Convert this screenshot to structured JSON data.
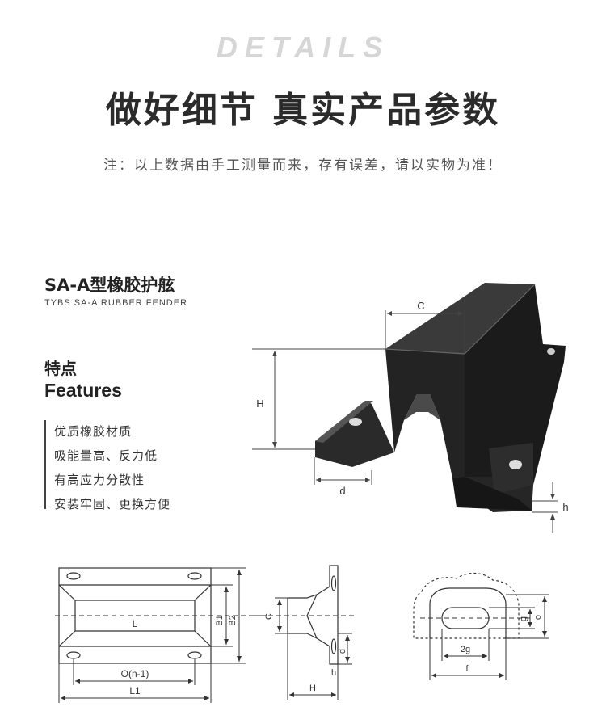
{
  "header": {
    "eyebrow": "DETAILS",
    "headline": "做好细节  真实产品参数",
    "note": "注：以上数据由手工测量而来，存有误差，请以实物为准！"
  },
  "product": {
    "title": "SA-A型橡胶护舷",
    "subtitle": "TYBS SA-A RUBBER FENDER"
  },
  "features": {
    "heading_cn": "特点",
    "heading_en": "Features",
    "items": [
      "优质橡胶材质",
      "吸能量高、反力低",
      "有高应力分散性",
      "安装牢固、更换方便"
    ]
  },
  "photo_labels": {
    "C": "C",
    "H": "H",
    "d": "d",
    "h": "h"
  },
  "plan_labels": {
    "L": "L",
    "B1": "B1",
    "B2": "B2",
    "On1": "O(n-1)",
    "L1": "L1"
  },
  "side_labels": {
    "C": "C",
    "d": "d",
    "h": "h",
    "H": "H"
  },
  "detail_labels": {
    "g": "g",
    "o": "o",
    "twog": "2g",
    "f": "f"
  }
}
